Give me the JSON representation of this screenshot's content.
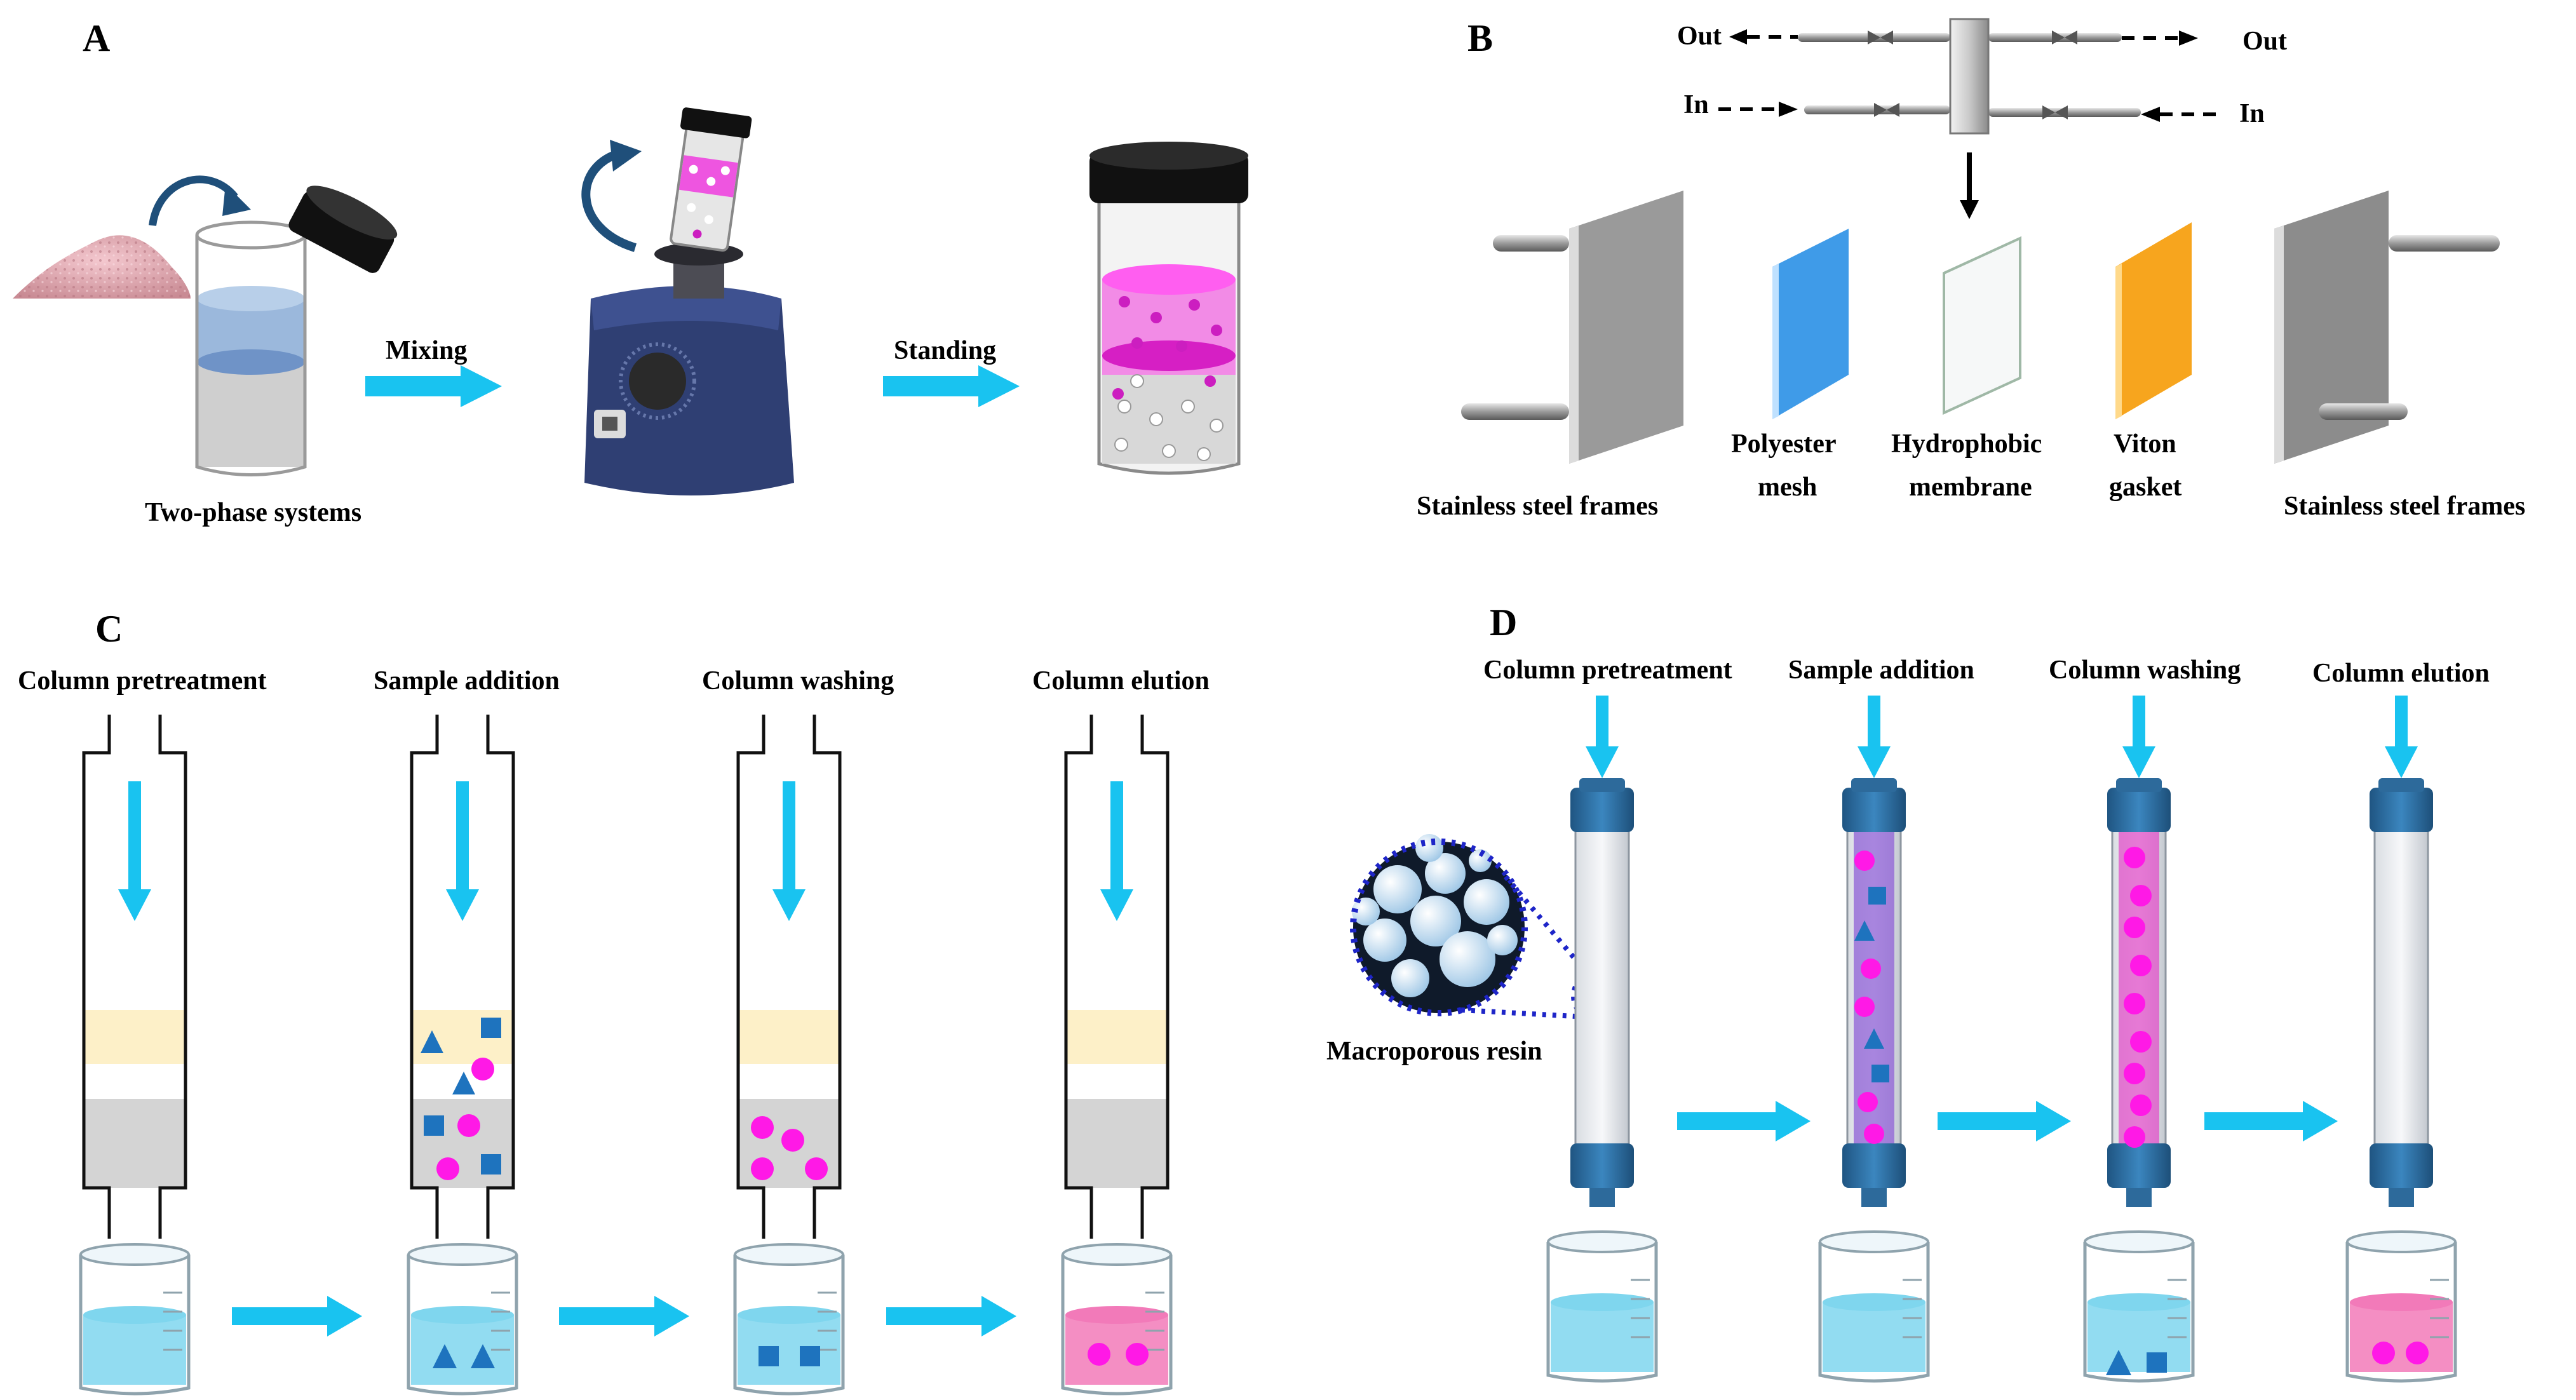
{
  "panels": {
    "a": {
      "letter": "A",
      "label_two_phase": "Two-phase systems",
      "label_mixing": "Mixing",
      "label_standing": "Standing"
    },
    "b": {
      "letter": "B",
      "label_out_left": "Out",
      "label_out_right": "Out",
      "label_in_left": "In",
      "label_in_right": "In",
      "components": [
        {
          "line1": "Stainless steel frames",
          "line2": ""
        },
        {
          "line1": "Polyester",
          "line2": "mesh"
        },
        {
          "line1": "Hydrophobic",
          "line2": "membrane"
        },
        {
          "line1": "Viton",
          "line2": "gasket"
        },
        {
          "line1": "Stainless steel frames",
          "line2": ""
        }
      ]
    },
    "c": {
      "letter": "C",
      "steps": [
        "Column pretreatment",
        "Sample addition",
        "Column washing",
        "Column elution"
      ]
    },
    "d": {
      "letter": "D",
      "steps": [
        "Column pretreatment",
        "Sample addition",
        "Column washing",
        "Column elution"
      ],
      "label_resin": "Macroporous resin"
    }
  },
  "colors": {
    "arrow_cyan": "#19c3f0",
    "magenta": "#ff19e6",
    "blue_shape": "#1e73be",
    "sand": "#fdf0c8",
    "grey_bed": "#d4d4d4",
    "liquid_blue": "#7fd6ee",
    "liquid_pink": "#f27ab9",
    "cap_blue": "#2d6a9b"
  }
}
